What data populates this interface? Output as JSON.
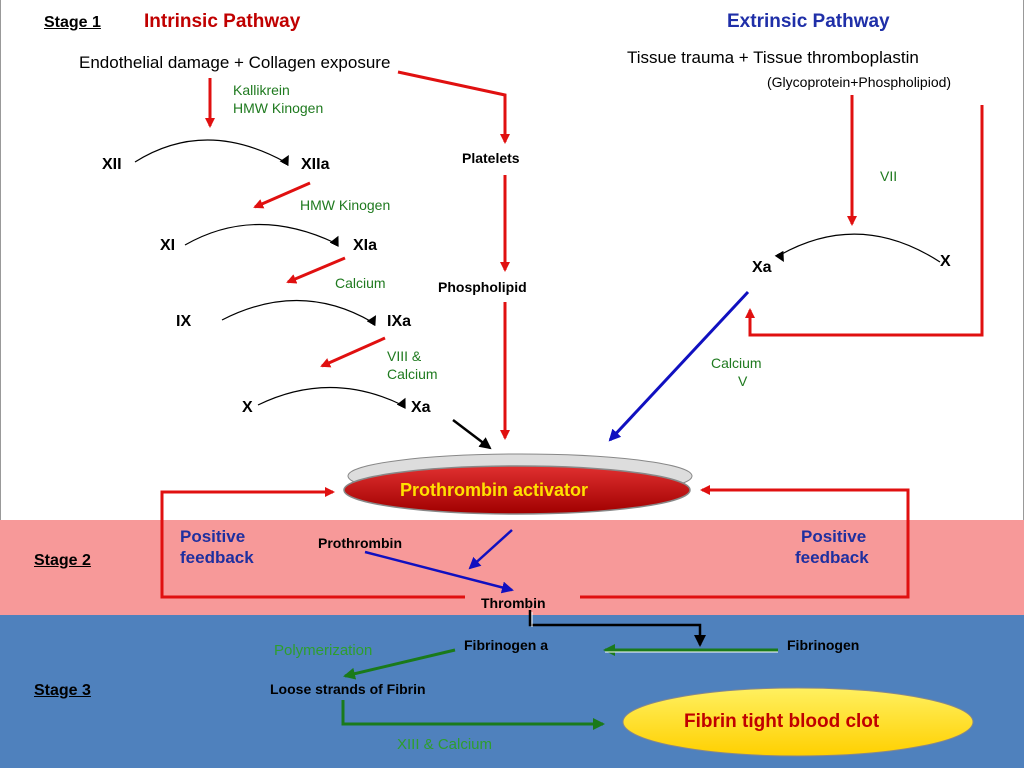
{
  "stage_labels": {
    "stage1": "Stage 1",
    "stage2": "Stage 2",
    "stage3": "Stage 3"
  },
  "intrinsic": {
    "title": "Intrinsic Pathway",
    "trigger": "Endothelial damage + Collagen exposure",
    "cofactor1_line1": "Kallikrein",
    "cofactor1_line2": "HMW Kinogen",
    "cofactor2": "HMW Kinogen",
    "cofactor3": "Calcium",
    "cofactor4_line1": "VIII &",
    "cofactor4_line2": "Calcium",
    "factors": {
      "xii": "XII",
      "xiia": "XIIa",
      "xi": "XI",
      "xia": "XIa",
      "ix": "IX",
      "ixa": "IXa",
      "x": "X",
      "xa": "Xa"
    },
    "platelets": "Platelets",
    "phospholipid": "Phospholipid"
  },
  "extrinsic": {
    "title": "Extrinsic Pathway",
    "trigger": "Tissue trauma + Tissue thromboplastin",
    "trigger_note": "(Glycoprotein+Phospholipiod)",
    "cofactor_vii": "VII",
    "factors": {
      "x": "X",
      "xa": "Xa"
    },
    "calcium_line1": "Calcium",
    "calcium_line2": "V"
  },
  "center": {
    "prothrombin_activator": "Prothrombin activator"
  },
  "stage2": {
    "positive_feedback_left_line1": "Positive",
    "positive_feedback_left_line2": "feedback",
    "positive_feedback_right_line1": "Positive",
    "positive_feedback_right_line2": "feedback",
    "prothrombin": "Prothrombin",
    "thrombin": "Thrombin"
  },
  "stage3": {
    "polymerization": "Polymerization",
    "fibrinogen_a": "Fibrinogen a",
    "fibrinogen": "Fibrinogen",
    "loose_strands": "Loose strands of Fibrin",
    "xiii_calcium": "XIII & Calcium",
    "fibrin_clot": "Fibrin tight blood clot"
  },
  "colors": {
    "intrinsic_title": "#c00000",
    "extrinsic_title": "#1f2fa8",
    "red_arrow": "#e01010",
    "blue_arrow": "#1010c0",
    "green_arrow": "#1a7a1a",
    "stage2_band": "#f79999",
    "stage3_band": "#4f81bd",
    "oval_red": "#c00000",
    "oval_yellow": "#ffe000"
  }
}
